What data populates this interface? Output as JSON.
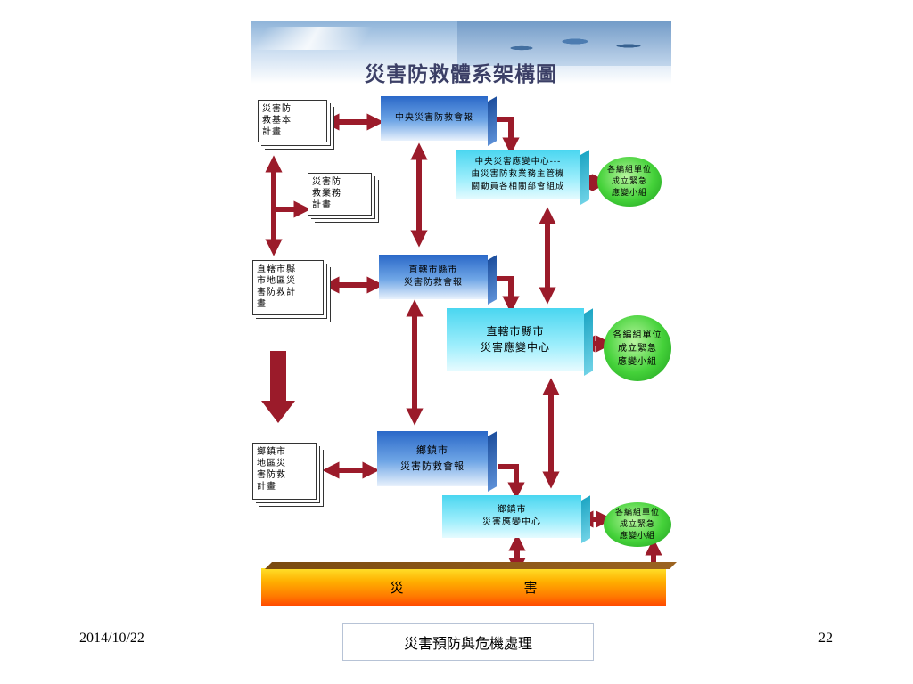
{
  "diagram": {
    "title": "災害防救體系架構圖",
    "docs": {
      "basic_plan": "災害防\n救基本\n計畫",
      "operation_plan": "災害防\n救業務\n計畫",
      "city_plan": "直轄市縣\n市地區災\n害防救計\n畫",
      "township_plan": "鄉鎮市\n地區災\n害防救\n計畫"
    },
    "boxes": {
      "central_council": "中央災害防救會報",
      "central_emergency": "中央災害應變中心---\n由災害防救業務主管機\n關動員各相關部會組成",
      "city_council": "直轄市縣市\n災害防救會報",
      "city_emergency": "直轄市縣市\n災害應變中心",
      "township_council": "鄉鎮市\n災害防救會報",
      "township_emergency": "鄉鎮市\n災害應變中心"
    },
    "ovals": {
      "central_unit": "各編組單位\n成立緊急\n應變小組",
      "city_unit": "各編組單位\n成立緊急\n應變小組",
      "township_unit": "各編組單位\n成立緊急\n應變小組"
    },
    "disaster": "災　害"
  },
  "footer": {
    "date": "2014/10/22",
    "center": "災害預防與危機處理",
    "page": "22"
  },
  "colors": {
    "arrow": "#9b1b2a",
    "title": "#3b3f66"
  }
}
